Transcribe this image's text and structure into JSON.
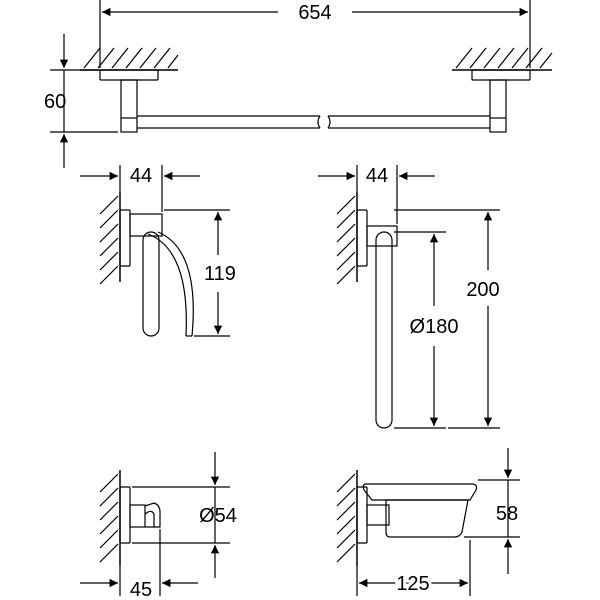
{
  "drawing": {
    "towel_bar": {
      "width": "654",
      "projection": "60"
    },
    "paper_holder": {
      "projection": "44",
      "height": "119"
    },
    "towel_ring": {
      "projection": "44",
      "diameter": "Ø180",
      "height": "200"
    },
    "robe_hook": {
      "projection": "45",
      "diameter": "Ø54"
    },
    "soap_dish": {
      "projection": "125",
      "height": "58"
    }
  }
}
